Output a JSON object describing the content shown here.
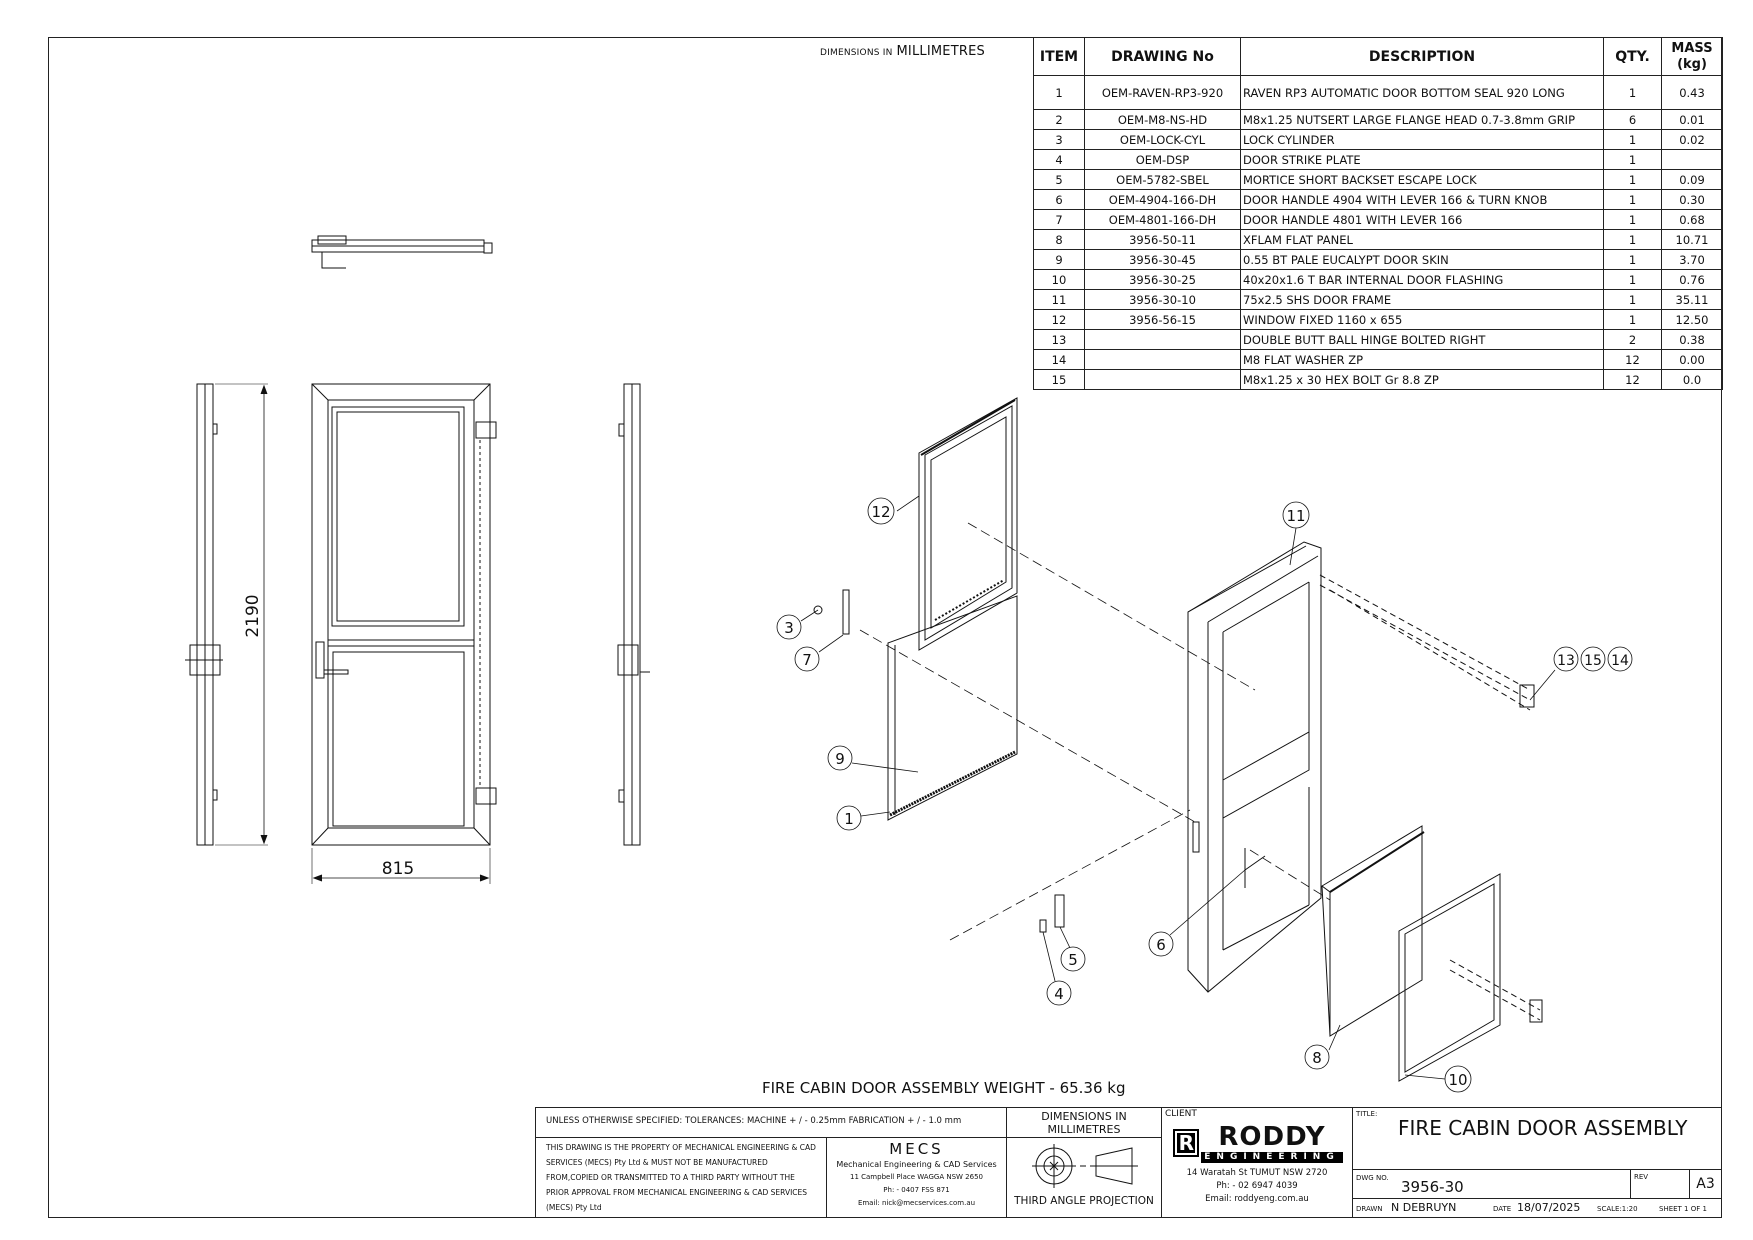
{
  "dimensions_note": {
    "prefix": "DIMENSIONS IN",
    "unit": "MILLIMETRES"
  },
  "views": {
    "height_dim": "2190",
    "width_dim": "815"
  },
  "bom": {
    "headers": {
      "item": "ITEM",
      "drawing_no": "DRAWING No",
      "description": "DESCRIPTION",
      "qty": "QTY.",
      "mass": "MASS (kg)"
    },
    "rows": [
      {
        "item": "1",
        "drawing_no": "OEM-RAVEN-RP3-920",
        "description": "RAVEN RP3 AUTOMATIC DOOR BOTTOM SEAL 920 LONG",
        "qty": "1",
        "mass": "0.43"
      },
      {
        "item": "2",
        "drawing_no": "OEM-M8-NS-HD",
        "description": "M8x1.25 NUTSERT LARGE FLANGE HEAD 0.7-3.8mm GRIP",
        "qty": "6",
        "mass": "0.01"
      },
      {
        "item": "3",
        "drawing_no": "OEM-LOCK-CYL",
        "description": "LOCK CYLINDER",
        "qty": "1",
        "mass": "0.02"
      },
      {
        "item": "4",
        "drawing_no": "OEM-DSP",
        "description": "DOOR STRIKE PLATE",
        "qty": "1",
        "mass": ""
      },
      {
        "item": "5",
        "drawing_no": "OEM-5782-SBEL",
        "description": "MORTICE SHORT BACKSET ESCAPE LOCK",
        "qty": "1",
        "mass": "0.09"
      },
      {
        "item": "6",
        "drawing_no": "OEM-4904-166-DH",
        "description": "DOOR HANDLE 4904 WITH LEVER 166 & TURN KNOB",
        "qty": "1",
        "mass": "0.30"
      },
      {
        "item": "7",
        "drawing_no": "OEM-4801-166-DH",
        "description": "DOOR HANDLE 4801 WITH LEVER 166",
        "qty": "1",
        "mass": "0.68"
      },
      {
        "item": "8",
        "drawing_no": "3956-50-11",
        "description": "XFLAM FLAT PANEL",
        "qty": "1",
        "mass": "10.71"
      },
      {
        "item": "9",
        "drawing_no": "3956-30-45",
        "description": "0.55 BT PALE EUCALYPT DOOR SKIN",
        "qty": "1",
        "mass": "3.70"
      },
      {
        "item": "10",
        "drawing_no": "3956-30-25",
        "description": "40x20x1.6 T BAR INTERNAL DOOR FLASHING",
        "qty": "1",
        "mass": "0.76"
      },
      {
        "item": "11",
        "drawing_no": "3956-30-10",
        "description": "75x2.5 SHS DOOR FRAME",
        "qty": "1",
        "mass": "35.11"
      },
      {
        "item": "12",
        "drawing_no": "3956-56-15",
        "description": "WINDOW FIXED 1160 x 655",
        "qty": "1",
        "mass": "12.50"
      },
      {
        "item": "13",
        "drawing_no": "",
        "description": "DOUBLE BUTT BALL HINGE BOLTED RIGHT",
        "qty": "2",
        "mass": "0.38"
      },
      {
        "item": "14",
        "drawing_no": "",
        "description": "M8 FLAT WASHER ZP",
        "qty": "12",
        "mass": "0.00"
      },
      {
        "item": "15",
        "drawing_no": "",
        "description": "M8x1.25 x 30 HEX BOLT Gr 8.8 ZP",
        "qty": "12",
        "mass": "0.0"
      }
    ]
  },
  "balloons": [
    "12",
    "11",
    "3",
    "7",
    "13",
    "15",
    "14",
    "9",
    "1",
    "6",
    "5",
    "4",
    "8",
    "10"
  ],
  "assembly_weight": "FIRE CABIN DOOR ASSEMBLY WEIGHT -   65.36 kg",
  "title_block": {
    "tolerances": "UNLESS OTHERWISE SPECIFIED: TOLERANCES: MACHINE + / - 0.25mm  FABRICATION + / - 1.0 mm",
    "dimensions": "DIMENSIONS IN MILLIMETRES",
    "property_notice": "THIS DRAWING IS THE PROPERTY OF MECHANICAL ENGINEERING & CAD SERVICES (MECS) Pty Ltd & MUST NOT BE MANUFACTURED FROM,COPIED OR TRANSMITTED TO A THIRD PARTY WITHOUT THE PRIOR APPROVAL FROM MECHANICAL ENGINEERING & CAD SERVICES (MECS) Pty Ltd",
    "mecs": {
      "logo": "MECS",
      "name": "Mechanical Engineering & CAD Services",
      "address": "11 Campbell Place WAGGA NSW 2650",
      "phone": "Ph: - 0407 FSS 871",
      "email": "Email: nick@mecservices.com.au"
    },
    "projection": "THIRD ANGLE PROJECTION",
    "client_label": "CLIENT",
    "client": {
      "logo_word": "RODDY",
      "logo_sub": "ENGINEERING",
      "address": "14 Waratah St TUMUT NSW 2720",
      "phone": "Ph: - 02 6947 4039",
      "email": "Email: roddyeng.com.au"
    },
    "title_label": "TITLE:",
    "title": "FIRE CABIN DOOR ASSEMBLY",
    "dwg_no_label": "DWG NO.",
    "dwg_no": "3956-30",
    "rev_label": "REV",
    "size": "A3",
    "drawn_label": "DRAWN",
    "drawn_by": "N DEBRUYN",
    "date_label": "DATE",
    "date": "18/07/2025",
    "scale": "SCALE:1:20",
    "sheet": "SHEET 1 OF 1"
  }
}
